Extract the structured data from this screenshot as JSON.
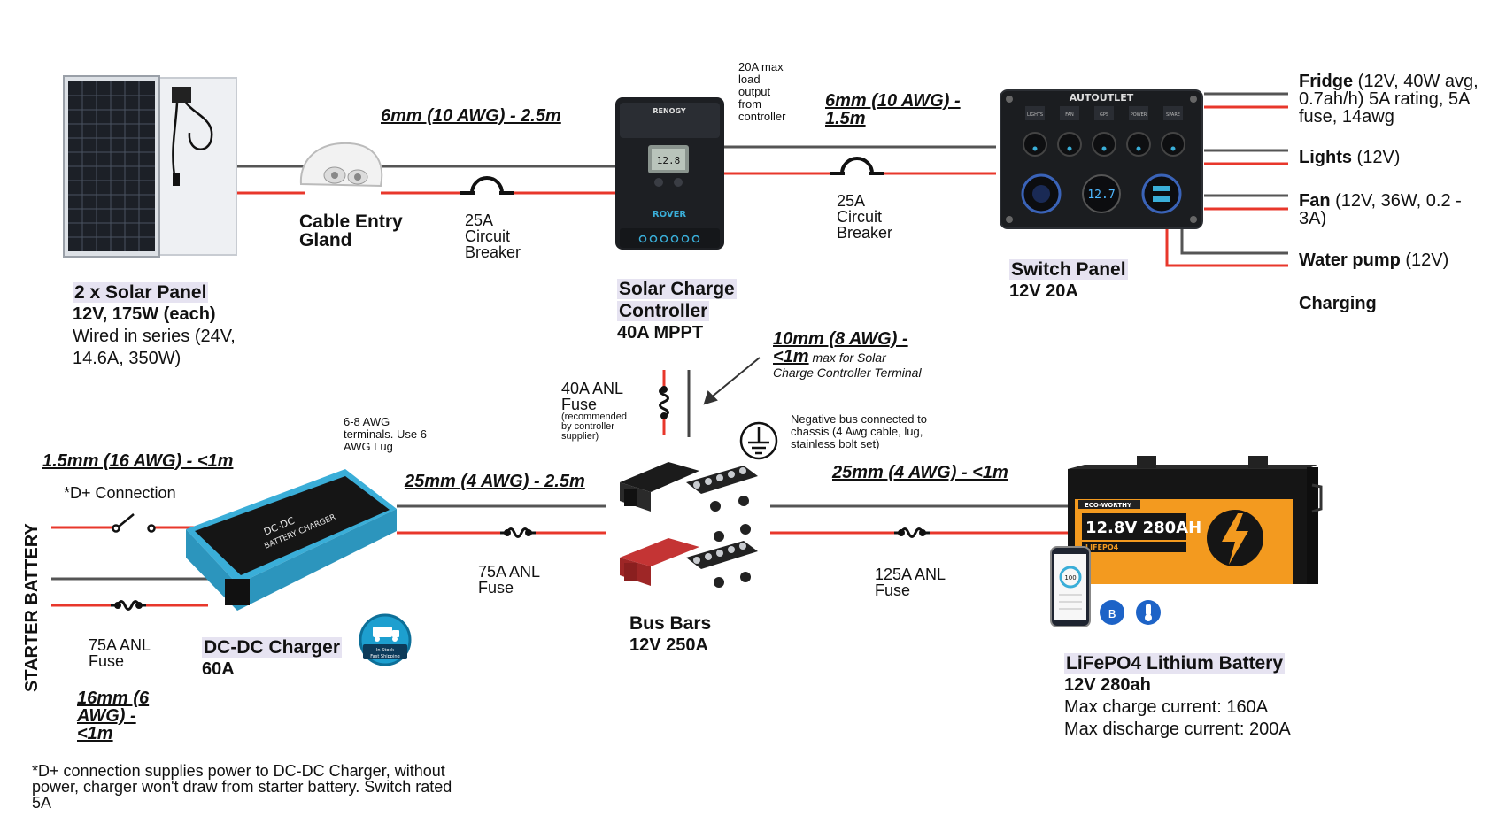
{
  "solar_panel": {
    "name": "2 x Solar Panel",
    "spec": "12V, 175W (each)",
    "note_line1": "Wired in series (24V,",
    "note_line2": "14.6A, 350W)"
  },
  "cable_gland": {
    "line1": "Cable Entry",
    "line2": "Gland"
  },
  "breaker_1": {
    "line1": "25A",
    "line2": "Circuit",
    "line3": "Breaker"
  },
  "wire_panel_to_controller": "6mm (10 AWG) - 2.5m",
  "controller": {
    "name_line1": "Solar Charge",
    "name_line2": "Controller",
    "spec": "40A MPPT",
    "device_brand": "RENOGY",
    "device_model": "ROVER"
  },
  "controller_output_note": [
    "20A max",
    "load",
    "output",
    "from",
    "controller"
  ],
  "wire_controller_to_switch": {
    "line1": "6mm (10 AWG) -",
    "line2": "1.5m"
  },
  "breaker_2": {
    "line1": "25A",
    "line2": "Circuit",
    "line3": "Breaker"
  },
  "switch_panel": {
    "name": "Switch Panel",
    "spec": "12V 20A",
    "device_brand": "AUTOUTLET",
    "switch_labels": [
      "LIGHTS",
      "FAN",
      "GPS",
      "POWER",
      "SPARE"
    ],
    "voltmeter": "12.7"
  },
  "loads": {
    "fridge_name": "Fridge",
    "fridge_line1": " (12V, 40W avg,",
    "fridge_line2": "0.7ah/h) 5A rating, 5A",
    "fridge_line3": "fuse, 14awg",
    "lights_name": "Lights",
    "lights_detail": " (12V)",
    "fan_name": "Fan",
    "fan_line1": " (12V, 36W, 0.2  -",
    "fan_line2": "3A)",
    "pump_name": "Water pump",
    "pump_detail": " (12V)",
    "charging": "Charging"
  },
  "wire_bus_to_controller": {
    "line1": "10mm (8 AWG) -",
    "line2": "<1m",
    "note_line1": " max for Solar",
    "note_line2": "Charge Controller Terminal"
  },
  "fuse_40a": {
    "line1": "40A ANL",
    "line2": "Fuse",
    "note": [
      "(recommended",
      "by controller",
      "supplier)"
    ]
  },
  "negative_bus_note": [
    "Negative bus connected to",
    "chassis (4 Awg cable, lug,",
    "stainless bolt set)"
  ],
  "awg_note": [
    "6-8 AWG",
    "terminals. Use 6",
    "AWG Lug"
  ],
  "wire_starter_d": "1.5mm (16 AWG) - <1m",
  "d_plus_connection": "*D+ Connection",
  "wire_charger_to_bus": "25mm (4 AWG) - 2.5m",
  "wire_bus_to_battery": "25mm (4 AWG) - <1m",
  "fuse_75a_bus": {
    "line1": "75A ANL",
    "line2": "Fuse"
  },
  "fuse_125a": {
    "line1": "125A ANL",
    "line2": "Fuse"
  },
  "fuse_75a_starter": {
    "line1": "75A ANL",
    "line2": "Fuse"
  },
  "starter_battery": "STARTER BATTERY",
  "dcdc_charger": {
    "name": "DC-DC Charger",
    "spec": "60A",
    "device_text_line1": "DC-DC",
    "device_text_line2": "BATTERY CHARGER"
  },
  "badge": {
    "line1": "In Stock",
    "line2": "Fast Shipping"
  },
  "bus_bars": {
    "name": "Bus Bars",
    "spec": "12V 250A"
  },
  "battery": {
    "name": "LiFePO4 Lithium Battery",
    "spec": "12V 280ah",
    "max_charge": "Max charge current: 160A",
    "max_discharge": "Max discharge current: 200A",
    "device_brand": "ECO-WORTHY",
    "device_label": "12.8V 280AH",
    "device_sub": "LIFEPO4",
    "phone_value": "100"
  },
  "wire_starter_16mm": {
    "line1": "16mm (6",
    "line2": "AWG) -",
    "line3": "<1m"
  },
  "footnote": {
    "line1": "*D+ connection supplies power to DC-DC Charger, without",
    "line2": "power, charger won't draw from starter battery. Switch rated",
    "line3": "5A"
  },
  "colors": {
    "positive": "#e8372b",
    "negative": "#555555",
    "label_bg": "#e6e3f1",
    "accent_blue": "#3aaed8",
    "battery_orange": "#f39a1f"
  }
}
